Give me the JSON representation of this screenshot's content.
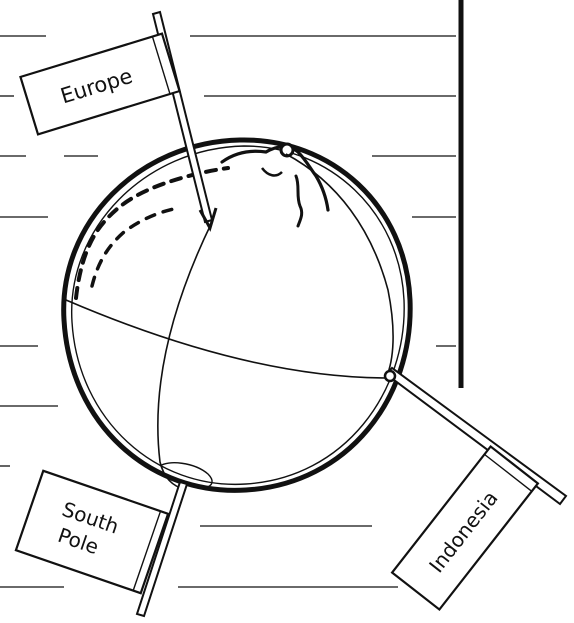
{
  "flags": {
    "europe": "Europe",
    "south_pole_line1": "South",
    "south_pole_line2": "Pole",
    "indonesia": "Indonesia"
  },
  "colors": {
    "ink": "#111111",
    "paper": "#ffffff"
  }
}
